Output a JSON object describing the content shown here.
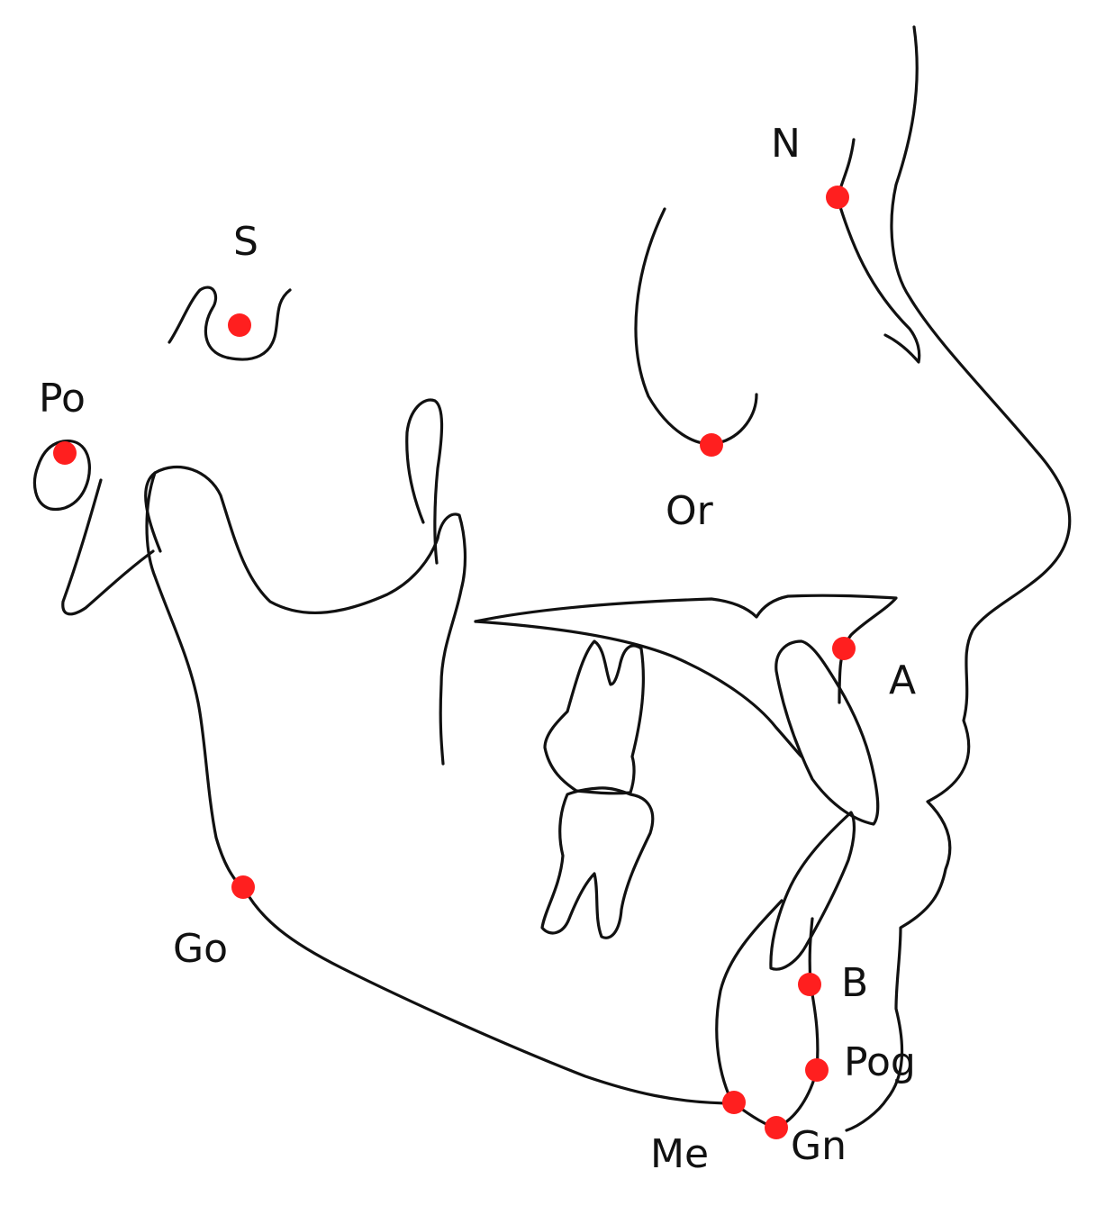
{
  "colors": {
    "line": "#111111",
    "landmark": "#ff1f1f",
    "background": "#ffffff"
  },
  "landmarks": [
    {
      "id": "n",
      "label": "N"
    },
    {
      "id": "s",
      "label": "S"
    },
    {
      "id": "po",
      "label": "Po"
    },
    {
      "id": "or",
      "label": "Or"
    },
    {
      "id": "a",
      "label": "A"
    },
    {
      "id": "go",
      "label": "Go"
    },
    {
      "id": "b",
      "label": "B"
    },
    {
      "id": "pog",
      "label": "Pog"
    },
    {
      "id": "me",
      "label": "Me"
    },
    {
      "id": "gn",
      "label": "Gn"
    }
  ]
}
